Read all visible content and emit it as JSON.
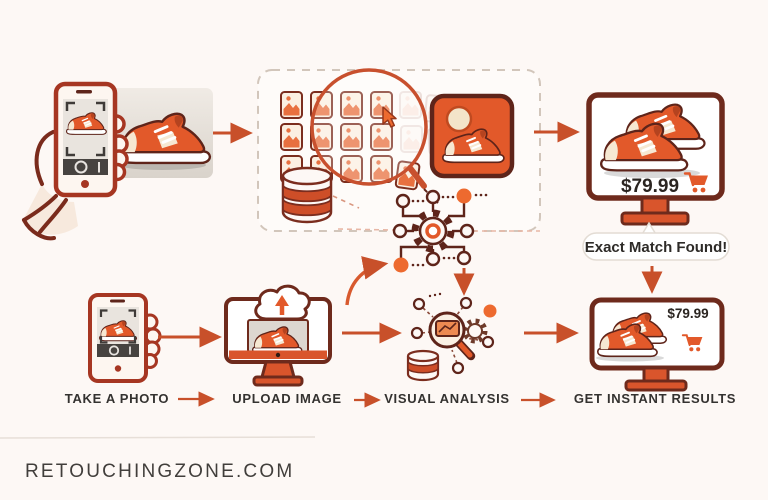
{
  "diagram": {
    "watermark": "RETOUCHINGZONE.COM",
    "top_flow": {
      "match_monitor": {
        "price": "$79.99"
      },
      "match_bubble": "Exact Match Found!"
    },
    "result_monitor": {
      "price": "$79.99"
    },
    "steps": [
      {
        "label": "TAKE A PHOTO"
      },
      {
        "label": "UPLOAD IMAGE"
      },
      {
        "label": "VISUAL ANALYSIS"
      },
      {
        "label": "GET INSTANT RESULTS"
      }
    ],
    "icons": {
      "hand_phone": "hand-holding-phone-camera-icon",
      "sneaker_photo": "sneaker-photo-thumbnail",
      "image_grid": "image-database-grid-icon",
      "magnifier": "search-magnifier-icon",
      "cursor": "cursor-pointer-icon",
      "database": "database-cylinder-icon",
      "matched_card": "matched-product-card-icon",
      "gear_network": "ai-gear-network-icon",
      "monitor": "monitor-screen-icon",
      "cart": "shopping-cart-icon",
      "cloud_upload": "cloud-upload-icon",
      "analysis": "visual-analysis-magnifier-icon",
      "arrow": "flow-arrow-icon"
    },
    "colors": {
      "background": "#FDF8F5",
      "primary_orange": "#E2592A",
      "accent_orange": "#ED6A2F",
      "dark_outline": "#5E241A",
      "phone_border": "#A63622",
      "arrow": "#C8502A",
      "label_text": "#343230",
      "price_text": "#2B2521",
      "bubble_border": "#E3DCD4"
    }
  }
}
